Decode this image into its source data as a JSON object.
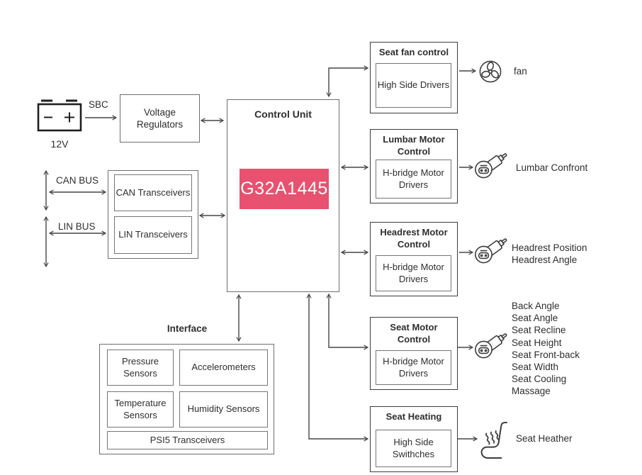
{
  "colors": {
    "accent": "#E8516F",
    "line": "#454545"
  },
  "battery": {
    "voltage_label": "12V",
    "bus_label": "SBC",
    "icon": "battery-icon"
  },
  "left": {
    "voltage_regulators": "Voltage Regulators",
    "can_bus": "CAN BUS",
    "lin_bus": "LIN BUS",
    "can_transceivers": "CAN Transceivers",
    "lin_transceivers": "LIN Transceivers"
  },
  "control_unit": {
    "title": "Control Unit",
    "chip": "G32A1445"
  },
  "interface": {
    "title": "Interface",
    "pressure": "Pressure Sensors",
    "accelerometers": "Accelerometers",
    "temperature": "Temperature Sensors",
    "humidity": "Humidity Sensors",
    "psi5": "PSI5 Transceivers"
  },
  "modules": [
    {
      "title": "Seat fan control",
      "inner": "High Side Drivers",
      "icon": "fan-icon",
      "output": {
        "labels": [
          "fan"
        ]
      }
    },
    {
      "title": "Lumbar Motor Control",
      "inner": "H-bridge Motor Drivers",
      "icon": "motor-icon",
      "output": {
        "labels": [
          "Lumbar Confront"
        ]
      }
    },
    {
      "title": "Headrest Motor Control",
      "inner": "H-bridge Motor Drivers",
      "icon": "motor-icon",
      "output": {
        "labels": [
          "Headrest Position",
          "Headrest Angle"
        ]
      }
    },
    {
      "title": "Seat Motor Control",
      "inner": "H-bridge Motor Drivers",
      "icon": "motor-icon",
      "output": {
        "labels": [
          "Back Angle",
          "Seat Angle",
          "Seat Recline",
          "Seat Height",
          "Seat Front-back",
          "Seat Width",
          "Seat Cooling",
          "Massage"
        ]
      }
    },
    {
      "title": "Seat Heating",
      "inner": "High Side Swithches",
      "icon": "seat-heater-icon",
      "output": {
        "labels": [
          "Seat Heather"
        ]
      }
    }
  ]
}
